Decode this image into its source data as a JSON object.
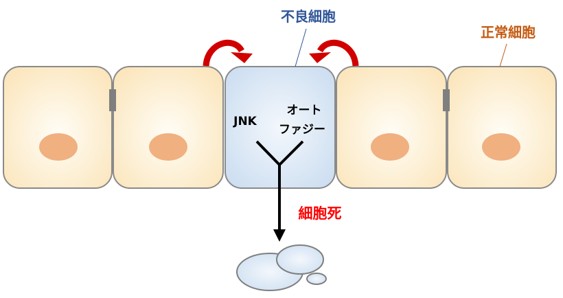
{
  "labels": {
    "bad_cell": "不良細胞",
    "normal_cell": "正常細胞",
    "jnk": "JNK",
    "autophagy_line1": "オート",
    "autophagy_line2": "ファジー",
    "cell_death": "細胞死"
  },
  "colors": {
    "bad_cell_label": "#2f5597",
    "normal_cell_label": "#c55a11",
    "cell_death_label": "#ff0000",
    "arrow_red": "#d00000",
    "normal_cell_fill": "#fdefd0",
    "bad_cell_fill": "#d9e6f4",
    "nucleus": "#f0b080"
  }
}
